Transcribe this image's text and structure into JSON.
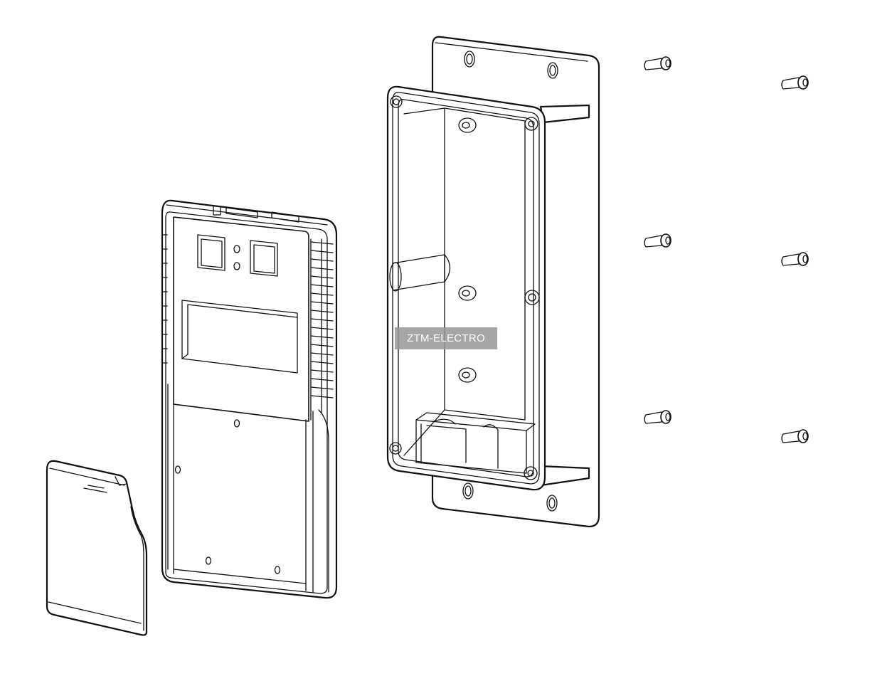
{
  "watermark": {
    "text": "ZTM-ELECTRO"
  },
  "colors": {
    "line": "#111111",
    "background": "#ffffff",
    "watermark_bg": "#969696",
    "watermark_text": "#ffffff"
  },
  "parts": [
    "battery-door",
    "front-cover",
    "back-box",
    "mounting-screws"
  ]
}
